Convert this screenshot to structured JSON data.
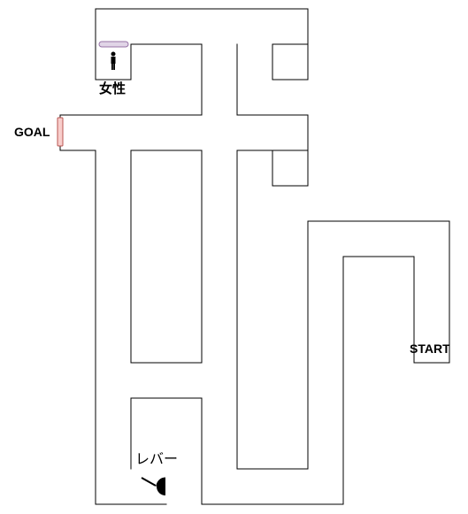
{
  "labels": {
    "goal": "GOAL",
    "start": "START",
    "woman": "女性",
    "lever": "レバー"
  },
  "icons": {
    "person": "person-icon",
    "lever": "lever-icon"
  },
  "colors": {
    "wall": "#000000",
    "goal_door_fill": "#f8cecc",
    "goal_door_stroke": "#b85450",
    "room_door_fill": "#e1d5e7",
    "room_door_stroke": "#9673a6"
  }
}
